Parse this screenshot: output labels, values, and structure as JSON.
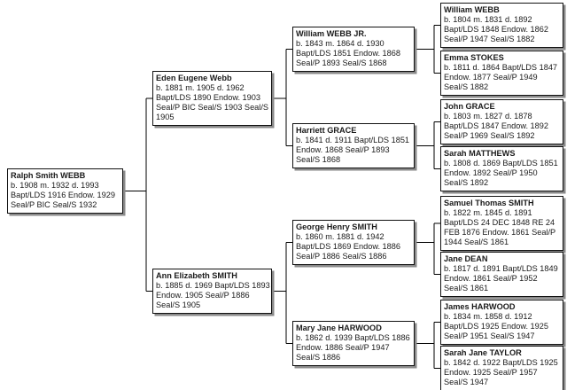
{
  "chart": {
    "type": "pedigree-chart",
    "generations": 4,
    "description": "Four-generation LDS ordinance pedigree chart"
  },
  "colors": {
    "line": "#000000",
    "box_border": "#111111",
    "box_background": "#ffffff",
    "box_shadow": "#8a8a8a",
    "page_background": "#ffffff"
  },
  "persons": {
    "ralph": {
      "name": "Ralph Smith WEBB",
      "lines": [
        "b. 1908 m. 1932 d. 1993",
        "Bapt/LDS 1916 Endow. 1929",
        "Seal/P BIC Seal/S 1932"
      ]
    },
    "eden": {
      "name": "Eden Eugene Webb",
      "lines": [
        "b. 1881 m. 1905 d. 1962",
        "Bapt/LDS 1890 Endow. 1903",
        "Seal/P BIC Seal/S 1903 Seal/S",
        "1905"
      ]
    },
    "ann": {
      "name": "Ann Elizabeth SMITH",
      "lines": [
        "b. 1885 d. 1969 Bapt/LDS 1893",
        "Endow. 1905 Seal/P 1886",
        "Seal/S 1905"
      ]
    },
    "william_jr": {
      "name": "William WEBB JR.",
      "lines": [
        "b. 1843 m. 1864 d. 1930",
        "Bapt/LDS 1851 Endow. 1868",
        "Seal/P 1893 Seal/S 1868"
      ]
    },
    "harriett": {
      "name": "Harriett GRACE",
      "lines": [
        "b. 1841 d. 1911 Bapt/LDS 1851",
        "Endow. 1868 Seal/P 1893",
        "Seal/S 1868"
      ]
    },
    "george": {
      "name": "George Henry SMITH",
      "lines": [
        "b. 1860 m. 1881 d. 1942",
        "Bapt/LDS 1869 Endow. 1886",
        "Seal/P 1886 Seal/S 1886"
      ]
    },
    "mary": {
      "name": "Mary Jane HARWOOD",
      "lines": [
        "b. 1862 d. 1939 Bapt/LDS 1886",
        "Endow. 1886 Seal/P 1947",
        "Seal/S 1886"
      ]
    },
    "william": {
      "name": "William WEBB",
      "lines": [
        "b. 1804 m. 1831 d. 1892",
        "Bapt/LDS 1848 Endow. 1862",
        "Seal/P 1947 Seal/S 1882"
      ]
    },
    "emma": {
      "name": "Emma STOKES",
      "lines": [
        "b. 1811 d. 1864 Bapt/LDS 1847",
        "Endow. 1877 Seal/P 1949",
        "Seal/S 1882"
      ]
    },
    "john": {
      "name": "John GRACE",
      "lines": [
        "b. 1803 m. 1827 d. 1878",
        "Bapt/LDS 1847 Endow. 1892",
        "Seal/P 1969 Seal/S 1892"
      ]
    },
    "sarah_m": {
      "name": "Sarah MATTHEWS",
      "lines": [
        "b. 1808 d. 1869 Bapt/LDS 1851",
        "Endow. 1892 Seal/P 1950",
        "Seal/S 1892"
      ]
    },
    "samuel": {
      "name": "Samuel Thomas SMITH",
      "lines": [
        "b. 1822 m. 1845 d. 1891",
        "Bapt/LDS 24 DEC 1848 RE 24",
        "FEB 1876 Endow. 1861 Seal/P",
        "1944 Seal/S 1861"
      ]
    },
    "jane": {
      "name": "Jane DEAN",
      "lines": [
        "b. 1817 d. 1891 Bapt/LDS 1849",
        "Endow. 1861 Seal/P 1952",
        "Seal/S 1861"
      ]
    },
    "james": {
      "name": "James HARWOOD",
      "lines": [
        "b. 1834 m. 1858 d. 1912",
        "Bapt/LDS 1925 Endow. 1925",
        "Seal/P 1951 Seal/S 1947"
      ]
    },
    "sarah_t": {
      "name": "Sarah Jane TAYLOR",
      "lines": [
        "b. 1842 d. 1922 Bapt/LDS 1925",
        "Endow. 1925 Seal/P 1957",
        "Seal/S 1947"
      ]
    }
  },
  "links": [
    {
      "child": "ralph",
      "father": "eden",
      "mother": "ann"
    },
    {
      "child": "eden",
      "father": "william_jr",
      "mother": "harriett"
    },
    {
      "child": "ann",
      "father": "george",
      "mother": "mary"
    },
    {
      "child": "william_jr",
      "father": "william",
      "mother": "emma"
    },
    {
      "child": "harriett",
      "father": "john",
      "mother": "sarah_m"
    },
    {
      "child": "george",
      "father": "samuel",
      "mother": "jane"
    },
    {
      "child": "mary",
      "father": "james",
      "mother": "sarah_t"
    }
  ]
}
